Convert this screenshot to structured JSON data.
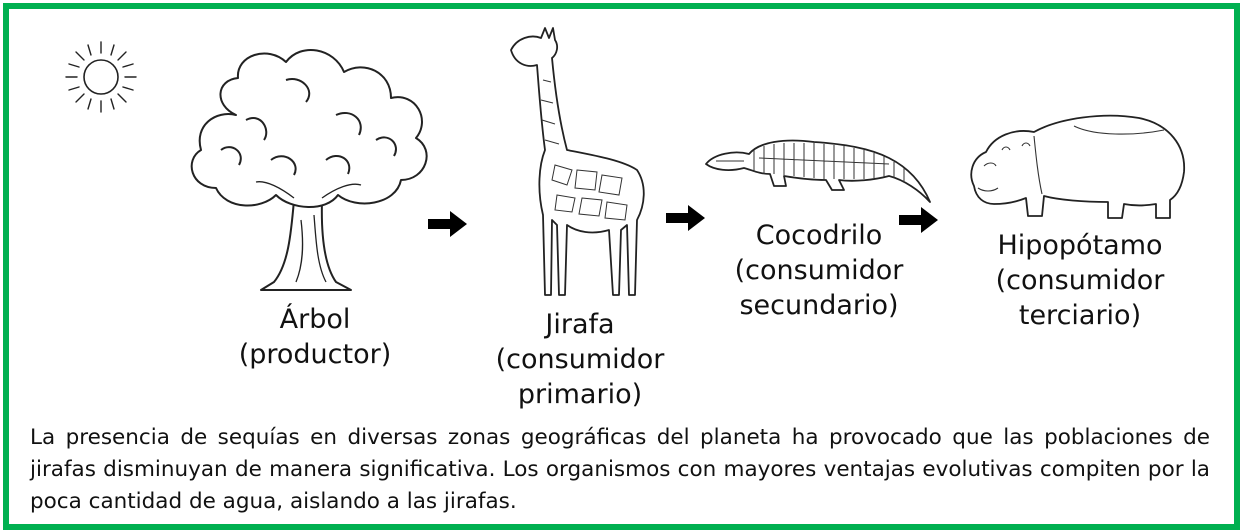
{
  "food_chain": [
    {
      "id": "arbol",
      "name": "Árbol",
      "role": "(productor)",
      "icon": "tree-icon"
    },
    {
      "id": "jirafa",
      "name": "Jirafa",
      "role_line1": "(consumidor",
      "role_line2": "primario)",
      "icon": "giraffe-icon"
    },
    {
      "id": "cocodrilo",
      "name": "Cocodrilo",
      "role_line1": "(consumidor",
      "role_line2": "secundario)",
      "icon": "crocodile-icon"
    },
    {
      "id": "hipopotamo",
      "name": "Hipopótamo",
      "role_line1": "(consumidor",
      "role_line2": "terciario)",
      "icon": "hippo-icon"
    }
  ],
  "arrows": [
    "arrow-right-icon",
    "arrow-right-icon",
    "arrow-right-icon"
  ],
  "sun_icon": "sun-icon",
  "caption": "La presencia de sequías en diversas zonas geográficas del planeta ha provocado que las poblaciones de jirafas disminuyan de manera significativa. Los organismos con mayores ventajas evolutivas compiten por la poca cantidad de agua, aislando a las jirafas.",
  "colors": {
    "border": "#00b050",
    "ink": "#111111"
  }
}
